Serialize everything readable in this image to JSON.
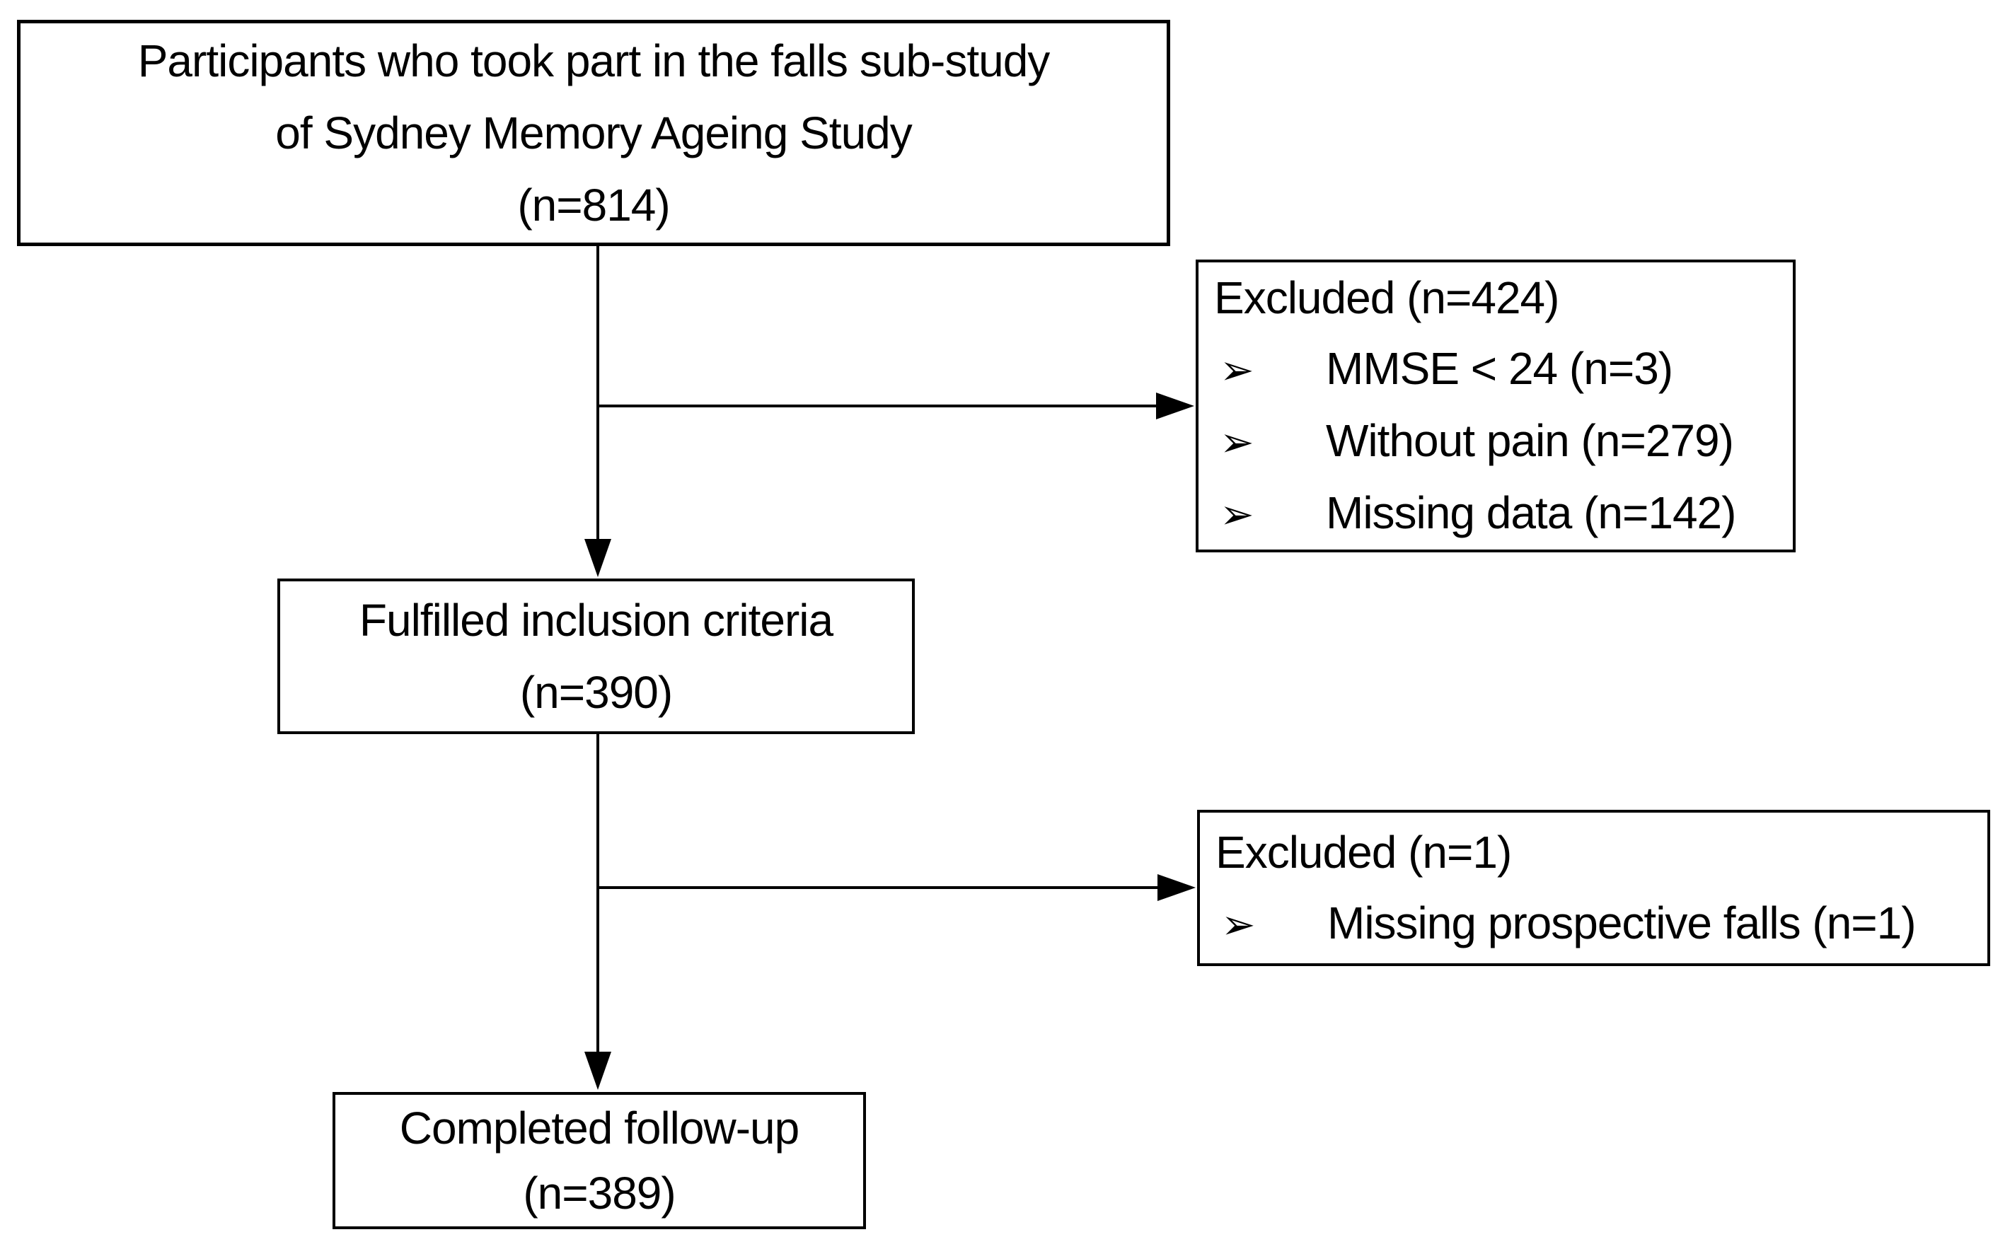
{
  "bullet_glyph": "➢",
  "colors": {
    "background": "#ffffff",
    "line": "#000000",
    "text": "#000000"
  },
  "nodes": {
    "source": {
      "lines": [
        "Participants who took part in the falls sub-study",
        "of Sydney Memory Ageing Study",
        "(n=814)"
      ]
    },
    "excluded_initial": {
      "heading": "Excluded (n=424)",
      "bullets": [
        "MMSE < 24 (n=3)",
        "Without pain (n=279)",
        "Missing data (n=142)"
      ]
    },
    "fulfilled": {
      "lines": [
        "Fulfilled inclusion criteria",
        "(n=390)"
      ]
    },
    "excluded_followup": {
      "heading": "Excluded (n=1)",
      "bullets": [
        "Missing prospective falls (n=1)"
      ]
    },
    "completed": {
      "lines": [
        "Completed follow-up",
        "(n=389)"
      ]
    }
  }
}
